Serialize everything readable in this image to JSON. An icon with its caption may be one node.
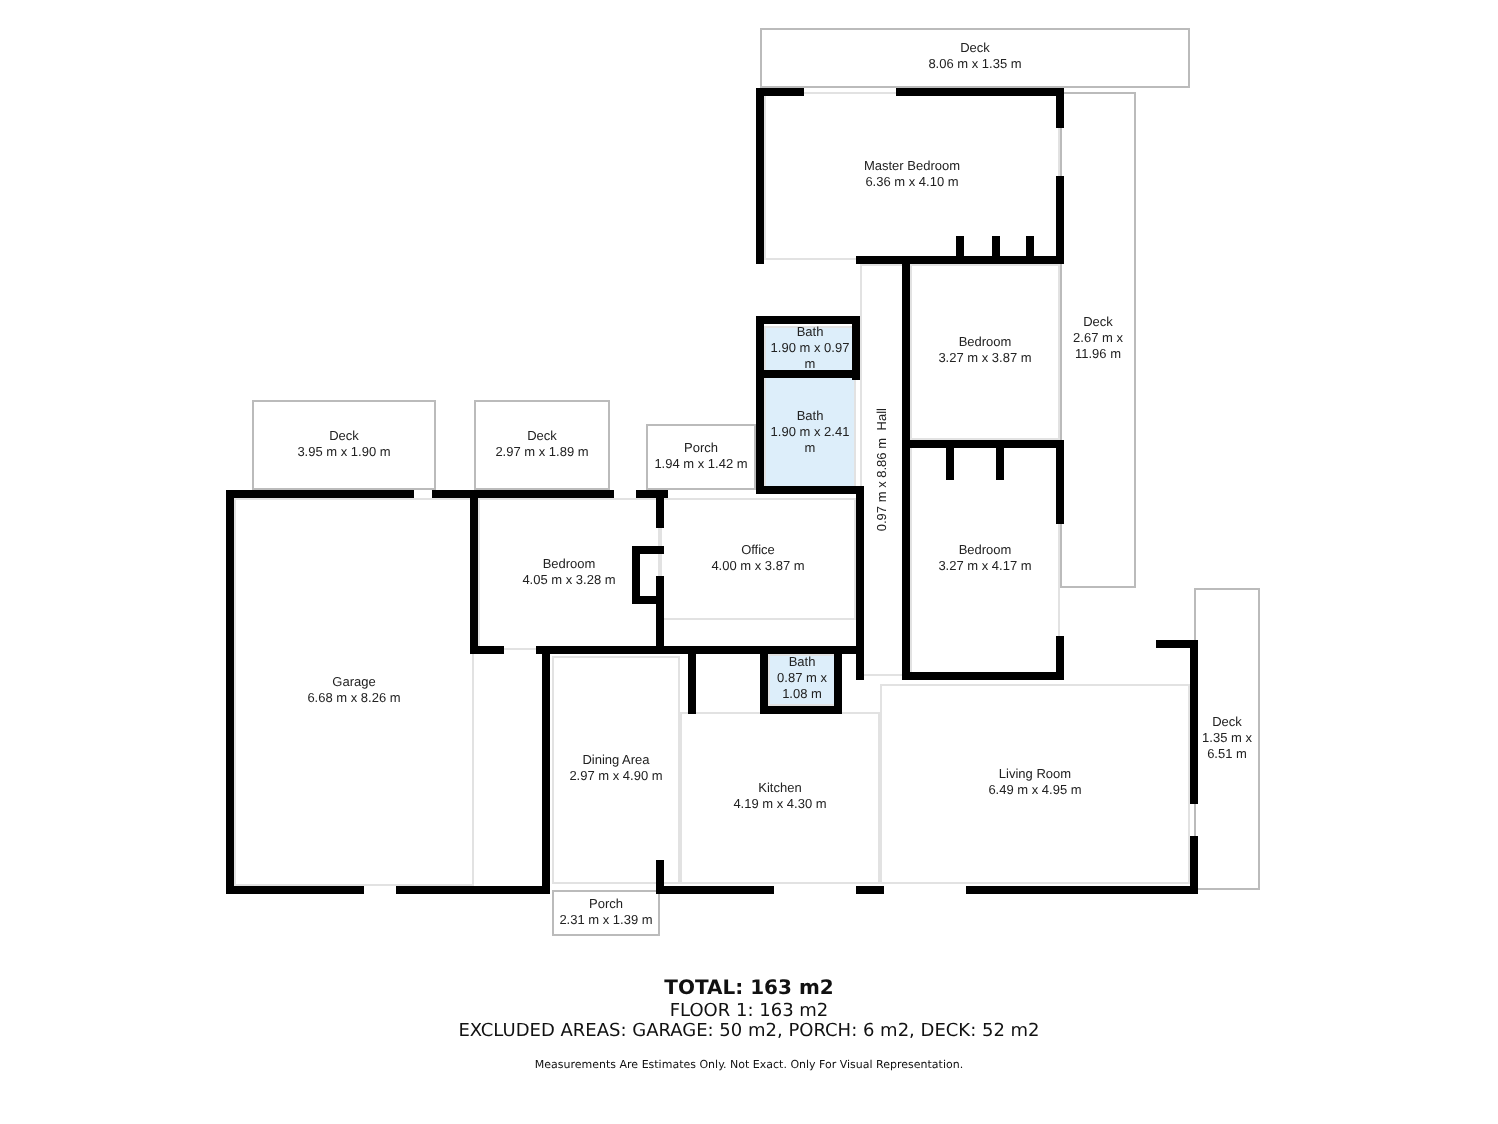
{
  "diagram": {
    "nodes": [
      {
        "text": [
          "Deck",
          "8.06 m x 1.35 m"
        ]
      },
      {
        "text": [
          "Master Bedroom",
          "6.36 m x 4.10 m"
        ]
      },
      {
        "text": [
          "Bath",
          "1.90 m x 0.97 m"
        ]
      },
      {
        "text": [
          "Bedroom",
          "3.27 m x 3.87 m"
        ]
      },
      {
        "text": [
          "Deck",
          "2.67 m x 11.96 m"
        ]
      },
      {
        "text": [
          "Deck",
          "3.95 m x 1.90 m"
        ]
      },
      {
        "text": [
          "Deck",
          "2.97 m x 1.89 m"
        ]
      },
      {
        "text": [
          "Porch",
          "1.94 m x 1.42 m"
        ]
      },
      {
        "text": [
          "Bath",
          "1.90 m x 2.41 m"
        ]
      },
      {
        "text": [
          "Hall",
          "0.97 m x 8.86 m"
        ]
      },
      {
        "text": [
          "Bedroom",
          "4.05 m x 3.28 m"
        ]
      },
      {
        "text": [
          "Office",
          "4.00 m x 3.87 m"
        ]
      },
      {
        "text": [
          "Bedroom",
          "3.27 m x 4.17 m"
        ]
      },
      {
        "text": [
          "Bath",
          "0.87 m x 1.08 m"
        ]
      },
      {
        "text": [
          "Garage",
          "6.68 m x 8.26 m"
        ]
      },
      {
        "text": [
          "Deck",
          "1.35 m x 6.51 m"
        ]
      },
      {
        "text": [
          "Dining Area",
          "2.97 m x 4.90 m"
        ]
      },
      {
        "text": [
          "Kitchen",
          "4.19 m x 4.30 m"
        ]
      },
      {
        "text": [
          "Living Room",
          "6.49 m x 4.95 m"
        ]
      },
      {
        "text": [
          "Porch",
          "2.31 m x 1.39 m"
        ]
      }
    ],
    "edges": [],
    "labels": [
      "TOTAL: 163 m2",
      "FLOOR 1: 163 m2",
      "EXCLUDED AREAS: GARAGE: 50 m2, PORCH: 6 m2, DECK: 52 m2",
      "Measurements Are Estimates Only. Not Exact. Only For Visual Representation."
    ]
  }
}
